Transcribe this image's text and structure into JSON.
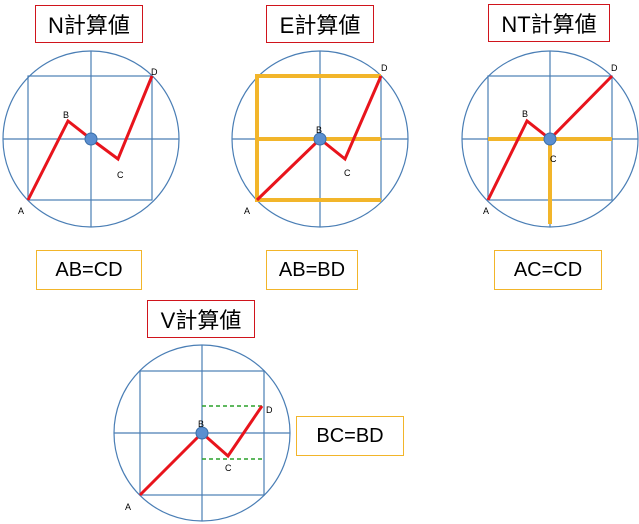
{
  "panels": [
    {
      "title": "N計算値",
      "formula": "AB=CD"
    },
    {
      "title": "E計算値",
      "formula": "AB=BD"
    },
    {
      "title": "NT計算値",
      "formula": "AC=CD"
    },
    {
      "title": "V計算値",
      "formula": "BC=BD"
    }
  ],
  "points": {
    "a": "A",
    "b": "B",
    "c": "C",
    "d": "D"
  },
  "colors": {
    "circle": "#4a7eb5",
    "price_line": "#e8141c",
    "highlight": "#f2b52a",
    "guide": "#2aa02a",
    "node": "#5b8fd0"
  }
}
